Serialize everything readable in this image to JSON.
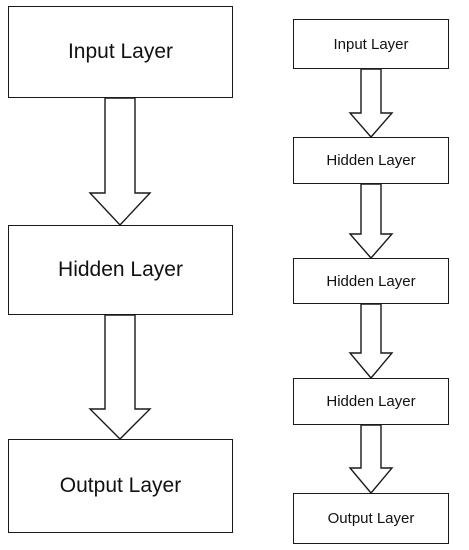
{
  "left_network": {
    "layers": [
      "Input Layer",
      "Hidden Layer",
      "Output Layer"
    ]
  },
  "right_network": {
    "layers": [
      "Input Layer",
      "Hidden Layer",
      "Hidden Layer",
      "Hidden Layer",
      "Output Layer"
    ]
  },
  "colors": {
    "stroke": "#1a1a1a",
    "fill": "#ffffff",
    "text": "#111111"
  }
}
